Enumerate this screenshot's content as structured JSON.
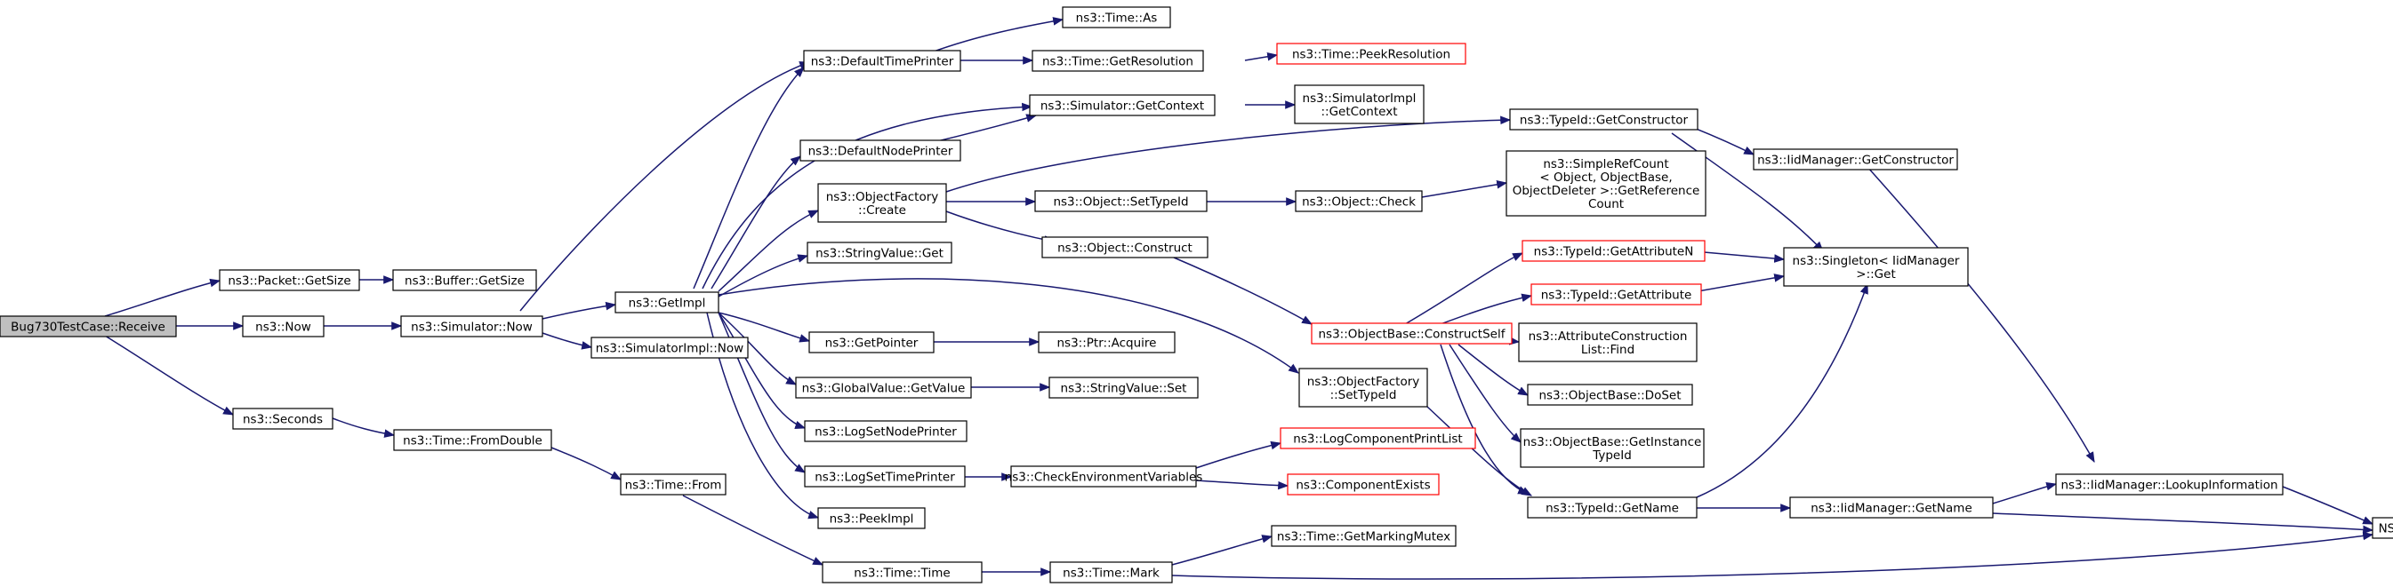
{
  "diagram": {
    "type": "call-graph",
    "colors": {
      "edge": "#191970",
      "node_border": "#000000",
      "node_border_truncated": "#ff0000",
      "root_fill": "#bfbfbf",
      "node_fill": "#ffffff"
    },
    "nodes": [
      {
        "id": "bug730",
        "lines": [
          "Bug730TestCase::Receive"
        ],
        "kind": "root"
      },
      {
        "id": "packet_getsize",
        "lines": [
          "ns3::Packet::GetSize"
        ]
      },
      {
        "id": "buffer_getsize",
        "lines": [
          "ns3::Buffer::GetSize"
        ]
      },
      {
        "id": "now",
        "lines": [
          "ns3::Now"
        ]
      },
      {
        "id": "sim_now",
        "lines": [
          "ns3::Simulator::Now"
        ]
      },
      {
        "id": "seconds",
        "lines": [
          "ns3::Seconds"
        ]
      },
      {
        "id": "fromdouble",
        "lines": [
          "ns3::Time::FromDouble"
        ]
      },
      {
        "id": "time_from",
        "lines": [
          "ns3::Time::From"
        ]
      },
      {
        "id": "time_time",
        "lines": [
          "ns3::Time::Time"
        ]
      },
      {
        "id": "time_mark",
        "lines": [
          "ns3::Time::Mark"
        ]
      },
      {
        "id": "getmarkingmutex",
        "lines": [
          "ns3::Time::GetMarkingMutex"
        ]
      },
      {
        "id": "getimpl",
        "lines": [
          "ns3::GetImpl"
        ]
      },
      {
        "id": "simimpl_now",
        "lines": [
          "ns3::SimulatorImpl::Now"
        ]
      },
      {
        "id": "defaulttimeprinter",
        "lines": [
          "ns3::DefaultTimePrinter"
        ]
      },
      {
        "id": "time_as",
        "lines": [
          "ns3::Time::As"
        ]
      },
      {
        "id": "getresolution",
        "lines": [
          "ns3::Time::GetResolution"
        ]
      },
      {
        "id": "peekresolution",
        "lines": [
          "ns3::Time::PeekResolution"
        ],
        "kind": "truncated"
      },
      {
        "id": "sim_getcontext",
        "lines": [
          "ns3::Simulator::GetContext"
        ]
      },
      {
        "id": "simimpl_getcontext",
        "lines": [
          "ns3::SimulatorImpl",
          "::GetContext"
        ]
      },
      {
        "id": "defaultnodeprinter",
        "lines": [
          "ns3::DefaultNodePrinter"
        ]
      },
      {
        "id": "objfactory_create",
        "lines": [
          "ns3::ObjectFactory",
          "::Create"
        ]
      },
      {
        "id": "object_settypeid",
        "lines": [
          "ns3::Object::SetTypeId"
        ]
      },
      {
        "id": "object_check",
        "lines": [
          "ns3::Object::Check"
        ]
      },
      {
        "id": "simplerefcount",
        "lines": [
          "ns3::SimpleRefCount",
          "< Object, ObjectBase,",
          " ObjectDeleter >::GetReference",
          "Count"
        ]
      },
      {
        "id": "object_construct",
        "lines": [
          "ns3::Object::Construct"
        ]
      },
      {
        "id": "stringvalue_get",
        "lines": [
          "ns3::StringValue::Get"
        ]
      },
      {
        "id": "getpointer",
        "lines": [
          "ns3::GetPointer"
        ]
      },
      {
        "id": "ptr_acquire",
        "lines": [
          "ns3::Ptr::Acquire"
        ]
      },
      {
        "id": "globalvalue_getvalue",
        "lines": [
          "ns3::GlobalValue::GetValue"
        ]
      },
      {
        "id": "stringvalue_set",
        "lines": [
          "ns3::StringValue::Set"
        ]
      },
      {
        "id": "logsetnodeprinter",
        "lines": [
          "ns3::LogSetNodePrinter"
        ]
      },
      {
        "id": "logsettimeprinter",
        "lines": [
          "ns3::LogSetTimePrinter"
        ]
      },
      {
        "id": "checkenv",
        "lines": [
          "ns3::CheckEnvironmentVariables"
        ]
      },
      {
        "id": "logcomponentprintlist",
        "lines": [
          "ns3::LogComponentPrintList"
        ],
        "kind": "truncated"
      },
      {
        "id": "componentexists",
        "lines": [
          "ns3::ComponentExists"
        ],
        "kind": "truncated"
      },
      {
        "id": "peekimpl",
        "lines": [
          "ns3::PeekImpl"
        ]
      },
      {
        "id": "typeid_getconstructor",
        "lines": [
          "ns3::TypeId::GetConstructor"
        ]
      },
      {
        "id": "iid_getconstructor",
        "lines": [
          "ns3::IidManager::GetConstructor"
        ]
      },
      {
        "id": "singleton_get",
        "lines": [
          "ns3::Singleton< IidManager",
          " >::Get"
        ]
      },
      {
        "id": "typeid_getattributen",
        "lines": [
          "ns3::TypeId::GetAttributeN"
        ],
        "kind": "truncated"
      },
      {
        "id": "typeid_getattribute",
        "lines": [
          "ns3::TypeId::GetAttribute"
        ],
        "kind": "truncated"
      },
      {
        "id": "constructself",
        "lines": [
          "ns3::ObjectBase::ConstructSelf"
        ],
        "kind": "truncated"
      },
      {
        "id": "attrconstructionlist_find",
        "lines": [
          "ns3::AttributeConstruction",
          "List::Find"
        ]
      },
      {
        "id": "objectbase_doset",
        "lines": [
          "ns3::ObjectBase::DoSet"
        ]
      },
      {
        "id": "objectbase_getinstancetypeid",
        "lines": [
          "ns3::ObjectBase::GetInstance",
          "TypeId"
        ]
      },
      {
        "id": "objfactory_settypeid",
        "lines": [
          "ns3::ObjectFactory",
          "::SetTypeId"
        ]
      },
      {
        "id": "typeid_getname",
        "lines": [
          "ns3::TypeId::GetName"
        ]
      },
      {
        "id": "iid_getname",
        "lines": [
          "ns3::IidManager::GetName"
        ]
      },
      {
        "id": "iid_lookupinformation",
        "lines": [
          "ns3::IidManager::LookupInformation"
        ]
      },
      {
        "id": "ns_log_logic",
        "lines": [
          "NS_LOG_LOGIC"
        ]
      }
    ]
  }
}
